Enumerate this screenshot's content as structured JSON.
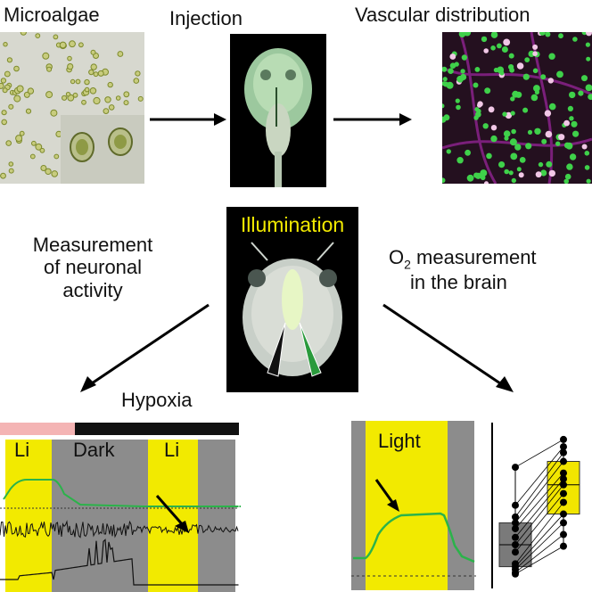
{
  "labels": {
    "microalgae": "Microalgae",
    "injection": "Injection",
    "vascular": "Vascular distribution",
    "illumination": "Illumination",
    "neuronal_line1": "Measurement",
    "neuronal_line2": "of neuronal",
    "neuronal_line3": "activity",
    "o2_prefix": "O",
    "o2_sub": "2",
    "o2_line1_rest": " measurement",
    "o2_line2": "in the brain",
    "hypoxia": "Hypoxia",
    "trace_light_1": "Li",
    "trace_dark": "Dark",
    "trace_light_2": "Li",
    "o2_light": "Light"
  },
  "colors": {
    "light_band": "#f2ea00",
    "dark_band": "#8c8c8c",
    "hypoxia_bar": "#f4b4b4",
    "bar_black": "#111111",
    "green_trace": "#2bb34a",
    "illum_text": "#f2ea00",
    "box_gray": "#7a7a7a",
    "box_yellow": "#f2e600"
  },
  "chart_data": {
    "type": "box",
    "categories": [
      "dark",
      "light"
    ],
    "values_dark": [
      0.78,
      0.52,
      0.44,
      0.4,
      0.36,
      0.3,
      0.25,
      0.2,
      0.12,
      0.1,
      0.08,
      0.06,
      0.05
    ],
    "values_light": [
      0.97,
      0.92,
      0.88,
      0.82,
      0.74,
      0.7,
      0.66,
      0.6,
      0.54,
      0.46,
      0.4,
      0.32,
      0.24
    ],
    "grid": false,
    "legend": "none"
  }
}
